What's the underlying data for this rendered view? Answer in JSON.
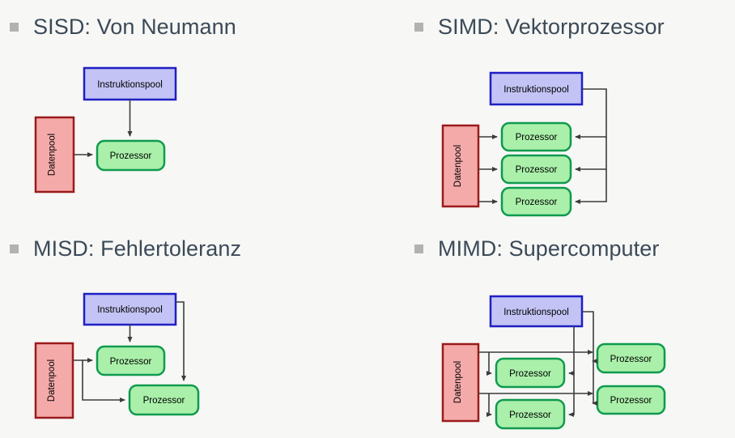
{
  "slide": {
    "background_color": "#f7f7f5",
    "bullet_color": "#b2b2b2",
    "heading_color": "#3b4a58"
  },
  "palette": {
    "instruction_fill": "#c3c3f5",
    "instruction_stroke": "#1f1fc4",
    "data_fill": "#f5aaaa",
    "data_stroke": "#9b1b1b",
    "processor_fill": "#aaf0aa",
    "processor_stroke": "#0f9a4e",
    "arrow_color": "#3c3c3c"
  },
  "labels": {
    "instruction_pool": "Instruktionspool",
    "data_pool": "Datenpool",
    "processor": "Prozessor"
  },
  "quadrants": [
    {
      "id": "sisd",
      "heading": "SISD: Von Neumann",
      "instruction_pools": 1,
      "data_pools": 1,
      "processors": 1
    },
    {
      "id": "simd",
      "heading": "SIMD: Vektorprozessor",
      "instruction_pools": 1,
      "data_pools": 1,
      "processors": 3
    },
    {
      "id": "misd",
      "heading": "MISD: Fehlertoleranz",
      "instruction_pools": 1,
      "data_pools": 1,
      "processors": 2
    },
    {
      "id": "mimd",
      "heading": "MIMD: Supercomputer",
      "instruction_pools": 1,
      "data_pools": 1,
      "processors": 4
    }
  ]
}
